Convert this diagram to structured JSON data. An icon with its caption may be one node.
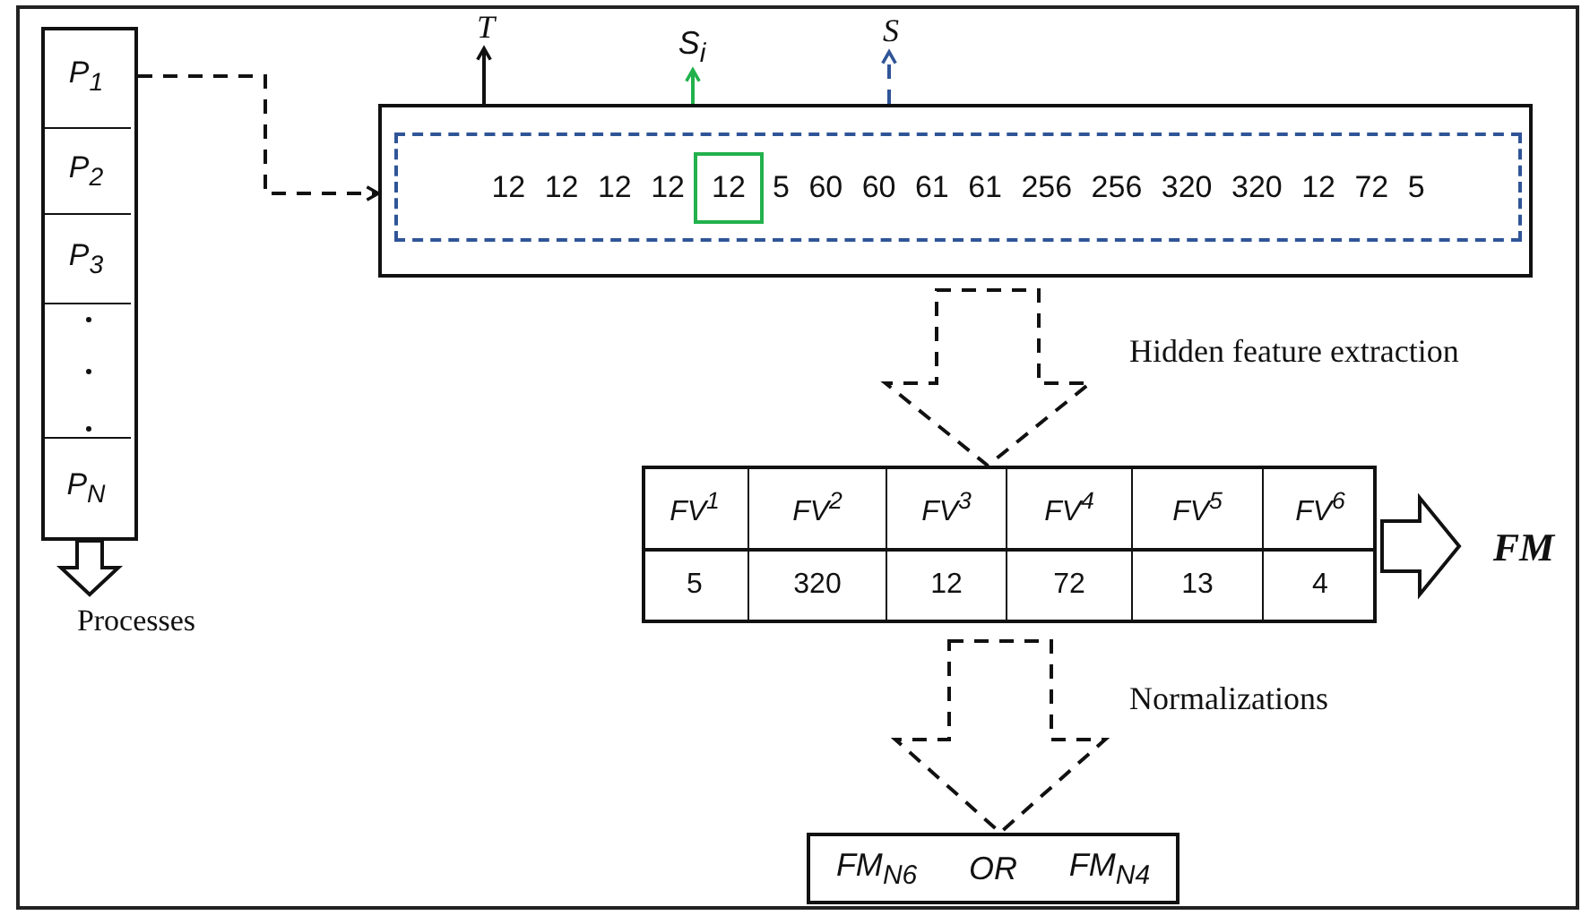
{
  "diagram": {
    "nodes": [
      {
        "text": [],
        "shape": "box"
      },
      {
        "text": [
          "P$_{1}$"
        ],
        "in": 0
      },
      {
        "text": [
          "P$_{2}$"
        ],
        "in": 0
      },
      {
        "text": [
          "P$_{3}$"
        ],
        "in": 0
      },
      {
        "text": [],
        "shape": "box",
        "in": 0
      },
      {
        "text": [
          "P$_{N}$"
        ],
        "in": 0
      },
      {
        "text": [
          "Processes"
        ]
      },
      {
        "text": [],
        "shape": "box"
      },
      {
        "text": [
          "12 12 12 12",
          "5 60 60 61 61 256 256 320 320 12 72 5"
        ],
        "in": 7
      },
      {
        "text": [
          "12"
        ],
        "in": 8
      },
      {
        "text": [
          "T"
        ]
      },
      {
        "text": [
          "S$_{i}$"
        ]
      },
      {
        "text": [
          "S"
        ]
      },
      {
        "text": [
          "FV$^{1}$",
          "FV$^{2}$",
          "FV$^{3}$",
          "FV$^{4}$",
          "FV$^{5}$",
          "FV$^{6}$",
          "5",
          "320",
          "12",
          "72",
          "13",
          "4"
        ]
      },
      {
        "text": [
          "FM"
        ]
      },
      {
        "text": [
          "FM$_{N6}$",
          "OR",
          "FM$_{N4}$"
        ]
      }
    ],
    "edges": [
      {
        "from": 1,
        "to": 7,
        "arrow": "to",
        "style": "dashed"
      },
      {
        "from": 7,
        "to": 10,
        "arrow": "to"
      },
      {
        "from": 9,
        "to": 11,
        "arrow": "to",
        "color": "#22b14c"
      },
      {
        "from": 8,
        "to": 12,
        "arrow": "to",
        "style": "dashed",
        "color": "#2f5597"
      },
      {
        "from": 0,
        "to": 6,
        "arrow": "to"
      },
      {
        "from": 7,
        "to": 13,
        "arrow": "to",
        "style": "dashed",
        "label": "Hidden feature extraction"
      },
      {
        "from": 13,
        "to": 15,
        "arrow": "to",
        "style": "dashed",
        "label": "Normalizations"
      },
      {
        "from": 13,
        "to": 14,
        "arrow": "to"
      }
    ]
  }
}
